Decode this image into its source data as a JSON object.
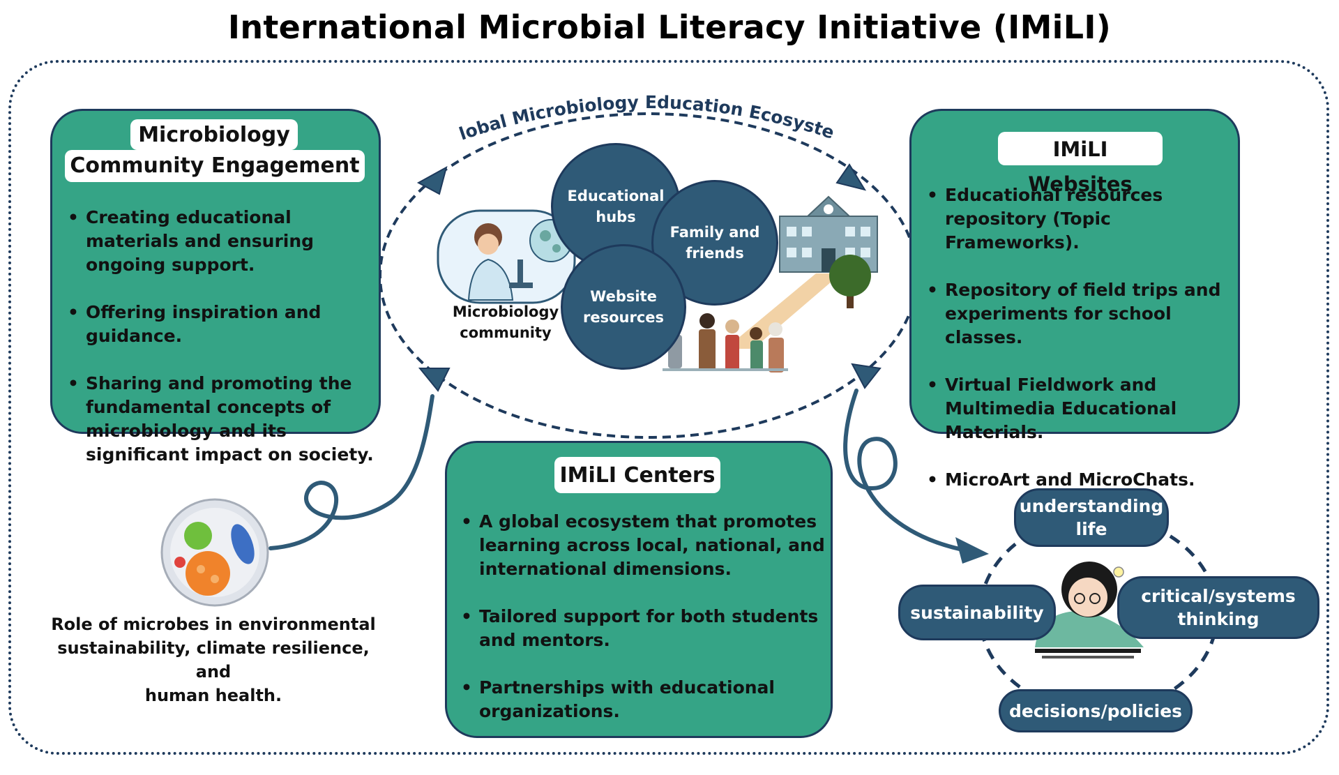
{
  "title": "International Microbial Literacy Initiative (IMiLI)",
  "ecosystem": {
    "label": "Global Microbiology Education Ecosystem",
    "bubbles": [
      "Educational\nhubs",
      "Family and\nfriends",
      "Website\nresources"
    ],
    "community_caption": "Microbiology\ncommunity"
  },
  "engagement": {
    "title_line1": "Microbiology",
    "title_line2": "Community Engagement",
    "items": [
      "Creating educational materials and ensuring ongoing support.",
      "Offering inspiration and guidance.",
      "Sharing and promoting the fundamental concepts of microbiology and its significant impact on society."
    ]
  },
  "websites": {
    "title": "IMiLI Websites",
    "items": [
      "Educational resources repository (Topic Frameworks).",
      "Repository of field trips and experiments for school classes.",
      "Virtual Fieldwork and Multimedia Educational Materials.",
      "MicroArt and MicroChats."
    ]
  },
  "centers": {
    "title": "IMiLI Centers",
    "items": [
      "A global ecosystem that promotes learning across local, national, and international dimensions.",
      "Tailored support for both students and mentors.",
      "Partnerships with educational organizations."
    ]
  },
  "microbes_caption": "Role of microbes in environmental\nsustainability, climate resilience, and\nhuman health.",
  "outcomes": {
    "understanding": "understanding\nlife",
    "critical": "critical/systems\nthinking",
    "sustainability": "sustainability",
    "decisions": "decisions/policies"
  },
  "colors": {
    "panel_green": "#35a486",
    "navy": "#1e3a5c",
    "bubble_blue": "#2f5a77"
  }
}
